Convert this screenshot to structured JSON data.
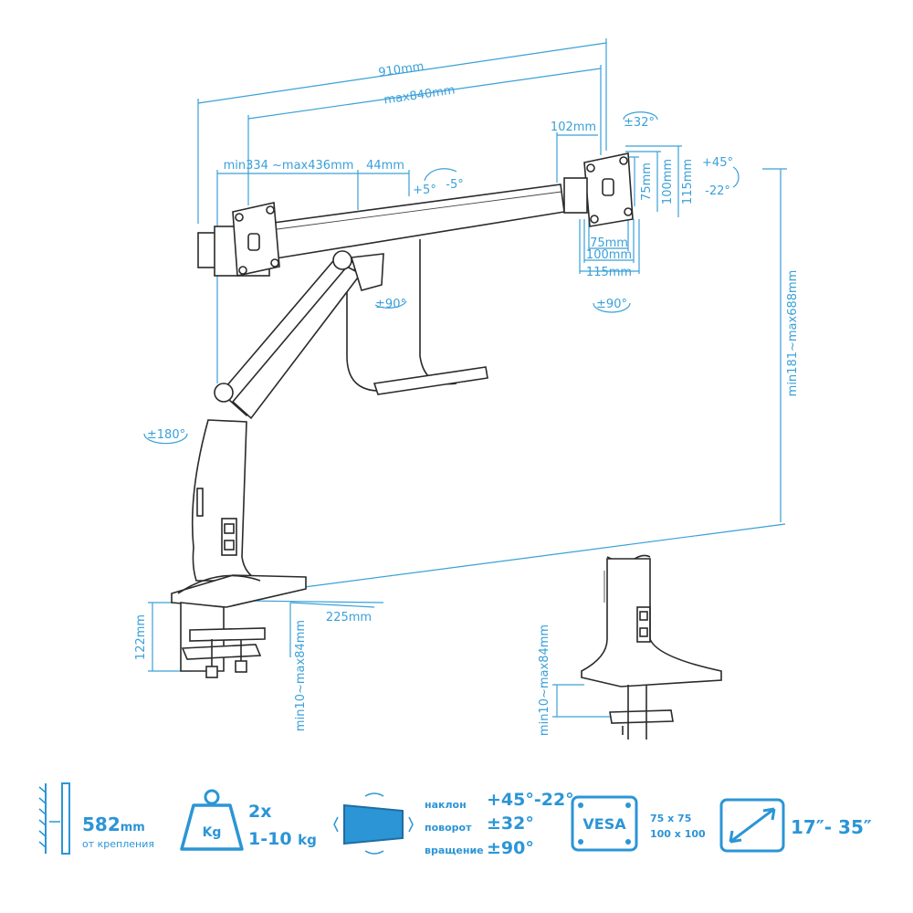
{
  "dimensions": {
    "width_total": "910mm",
    "width_max": "max840mm",
    "offset_102": "102mm",
    "range_334_436": "min334 ~max436mm",
    "gap_44": "44mm",
    "tilt_plus5": "+5°",
    "tilt_minus5": "-5°",
    "rot_32": "±32°",
    "tilt_plus45": "+45°",
    "tilt_minus22": "-22°",
    "vesa_h_75": "75mm",
    "vesa_h_100": "100mm",
    "vesa_h_115": "115mm",
    "vesa_w_75": "75mm",
    "vesa_w_100": "100mm",
    "vesa_w_115": "115mm",
    "swivel_90_right": "±90°",
    "swivel_90_mid": "±90°",
    "swivel_180": "±180°",
    "height_range": "min181~max688mm",
    "base_depth": "225mm",
    "clamp_height": "122mm",
    "desk_range_left": "min10~max84mm",
    "desk_range_right": "min10~max84mm"
  },
  "specs": {
    "reach_value": "582",
    "reach_unit": "mm",
    "reach_caption": "от крепления",
    "weight_icon_label": "Kg",
    "weight_count": "2x",
    "weight_range": "1-10",
    "weight_unit": "kg",
    "tilt_label": "наклон",
    "tilt_value": "+45°-22°",
    "swivel_label": "поворот",
    "swivel_value": "±32°",
    "rotate_label": "вращение",
    "rotate_value": "±90°",
    "vesa_label": "VESA",
    "vesa_size_1": "75 x 75",
    "vesa_size_2": "100 x 100",
    "screen_range": "17″- 35″"
  },
  "colors": {
    "accent": "#2b95d6",
    "dimension": "#3aa0d8",
    "drawing": "#2a2a2a"
  },
  "icons": {
    "reach": "wall-reach-icon",
    "weight": "weight-icon",
    "tilt": "tilt-screen-icon",
    "vesa": "vesa-icon",
    "screen": "screen-diagonal-icon"
  }
}
